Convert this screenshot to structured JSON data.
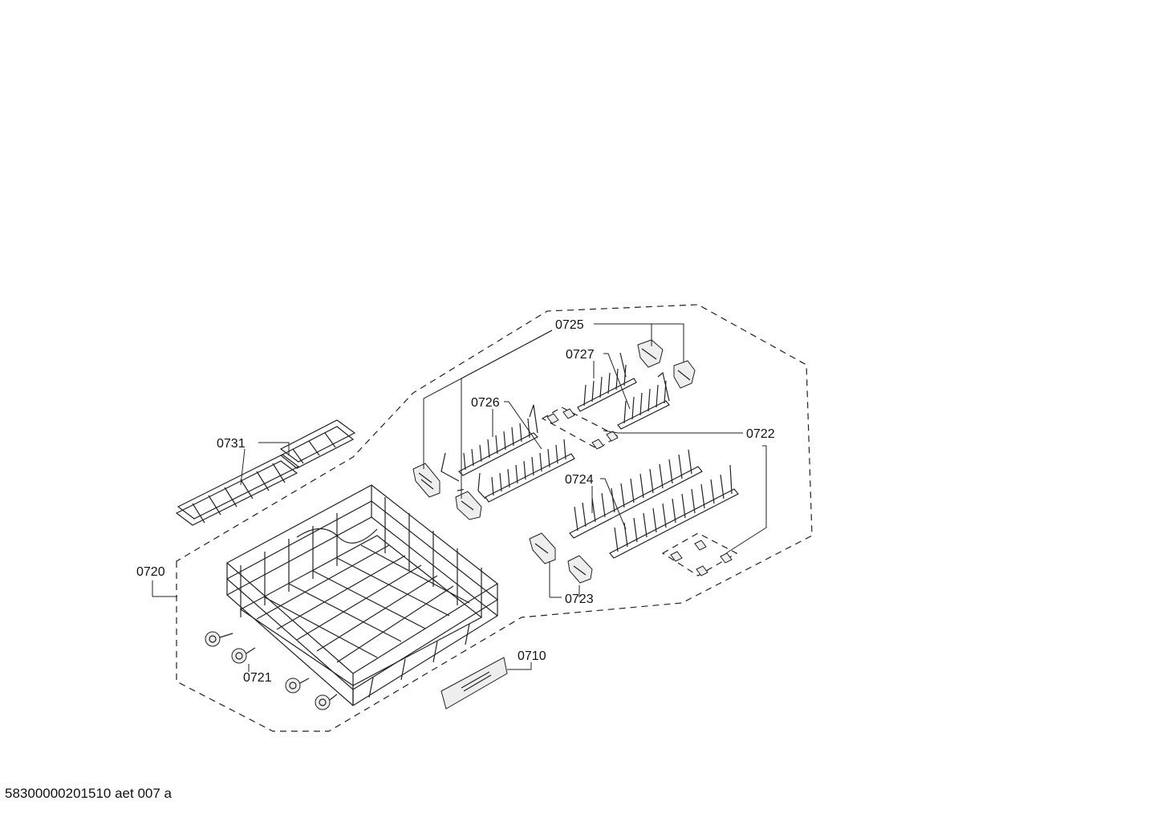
{
  "callouts": {
    "c0725": "0725",
    "c0727": "0727",
    "c0726": "0726",
    "c0722": "0722",
    "c0731": "0731",
    "c0724": "0724",
    "c0720": "0720",
    "c0723": "0723",
    "c0710": "0710",
    "c0721": "0721"
  },
  "footer": {
    "drawing_id": "58300000201510 aet 007 a"
  }
}
